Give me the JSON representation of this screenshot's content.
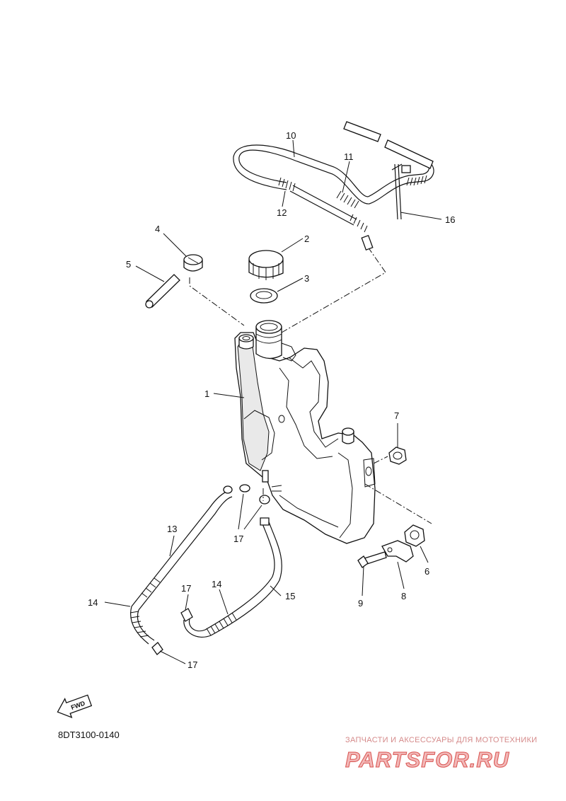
{
  "diagram": {
    "code": "8DT3100-0140",
    "fwd_label": "FWD",
    "callouts": [
      "1",
      "2",
      "3",
      "4",
      "5",
      "6",
      "7",
      "8",
      "9",
      "10",
      "11",
      "12",
      "13",
      "14",
      "14",
      "15",
      "16",
      "17",
      "17",
      "17",
      "17"
    ]
  },
  "watermark": {
    "tagline": "ЗАПЧАСТИ И АКСЕССУАРЫ ДЛЯ МОТОТЕХНИКИ",
    "logo": "PARTSFOR.RU",
    "color": "#d9534f"
  }
}
